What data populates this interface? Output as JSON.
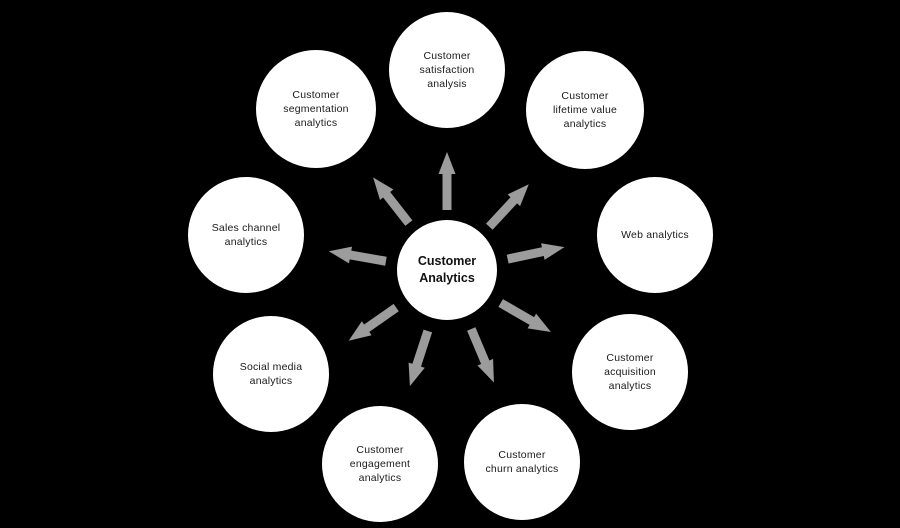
{
  "colors": {
    "background": "#000000",
    "circle_fill": "#ffffff",
    "arrow_fill": "#9c9c9c",
    "text": "#1a1a1a"
  },
  "center": {
    "label": "Customer\nAnalytics"
  },
  "nodes": [
    {
      "id": "satisfaction",
      "label": "Customer\nsatisfaction\nanalysis"
    },
    {
      "id": "lifetime-value",
      "label": "Customer\nlifetime value\nanalytics"
    },
    {
      "id": "web",
      "label": "Web analytics"
    },
    {
      "id": "acquisition",
      "label": "Customer\nacquisition\nanalytics"
    },
    {
      "id": "churn",
      "label": "Customer\nchurn analytics"
    },
    {
      "id": "engagement",
      "label": "Customer\nengagement\nanalytics"
    },
    {
      "id": "social-media",
      "label": "Social media\nanalytics"
    },
    {
      "id": "sales-channel",
      "label": "Sales channel\nanalytics"
    },
    {
      "id": "segmentation",
      "label": "Customer\nsegmentation\nanalytics"
    }
  ]
}
